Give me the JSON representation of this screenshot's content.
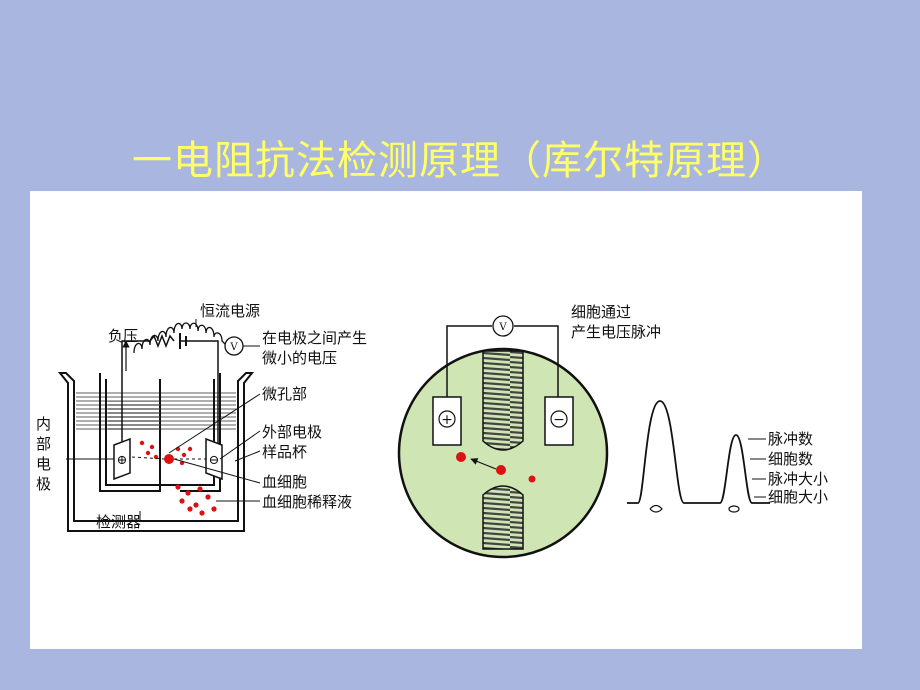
{
  "slide": {
    "title": "一电阻抗法检测原理（库尔特原理）"
  },
  "colors": {
    "background": "#a9b6df",
    "title": "#ffff66",
    "cell_red": "#dd1111",
    "aperture_green": "#cfe6b4",
    "hatch_gray": "#888888"
  },
  "left_diagram": {
    "constant_current_source": "恒流电源",
    "negative_pressure": "负压",
    "voltage_line1": "在电极之间产生",
    "voltage_line2": "微小的电压",
    "aperture": "微孔部",
    "external_electrode": "外部电极",
    "sample_cup": "样品杯",
    "internal_electrode": [
      "内",
      "部",
      "电",
      "极"
    ],
    "blood_cell": "血细胞",
    "diluent": "血细胞稀释液",
    "detector": "检测器",
    "plus_symbol": "⊕",
    "minus_symbol": "⊖",
    "meter_symbol": "V"
  },
  "right_diagram": {
    "pulse_note_line1": "细胞通过",
    "pulse_note_line2": "产生电压脉冲",
    "meter_symbol": "V",
    "plus_symbol": "+",
    "minus_symbol": "−",
    "legend": [
      "脉冲数",
      "细胞数",
      "脉冲大小",
      "细胞大小"
    ]
  }
}
